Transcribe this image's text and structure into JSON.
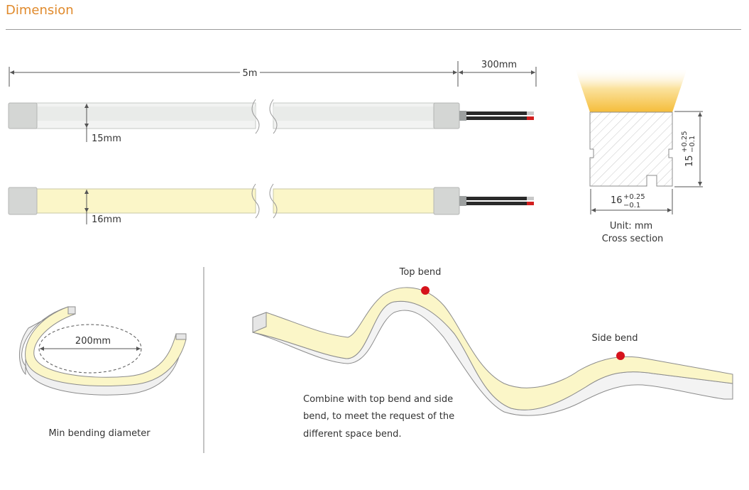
{
  "heading": {
    "text": "Dimension",
    "color": "#e08a2c"
  },
  "strip_dims": {
    "length": "5m",
    "lead": "300mm",
    "width_clear": "15mm",
    "width_yellow": "16mm"
  },
  "cross_section": {
    "height_base": "15",
    "height_tol_plus": "+0.25",
    "height_tol_minus": "−0.1",
    "width_base": "16",
    "width_tol_plus": "+0.25",
    "width_tol_minus": "−0.1",
    "unit": "Unit: mm",
    "caption": "Cross section"
  },
  "bending": {
    "diameter": "200mm",
    "caption": "Min bending diameter"
  },
  "combined": {
    "top_bend": "Top bend",
    "side_bend": "Side bend",
    "desc_line1": "Combine with top bend and side",
    "desc_line2": "bend, to meet the request of the",
    "desc_line3": "different space bend."
  },
  "colors": {
    "glow": "#f6c64a",
    "strip_light": "#fbf6c8",
    "strip_clear": "#eef0ee",
    "end_cap": "#d4d6d4",
    "marker": "#d6131b"
  }
}
